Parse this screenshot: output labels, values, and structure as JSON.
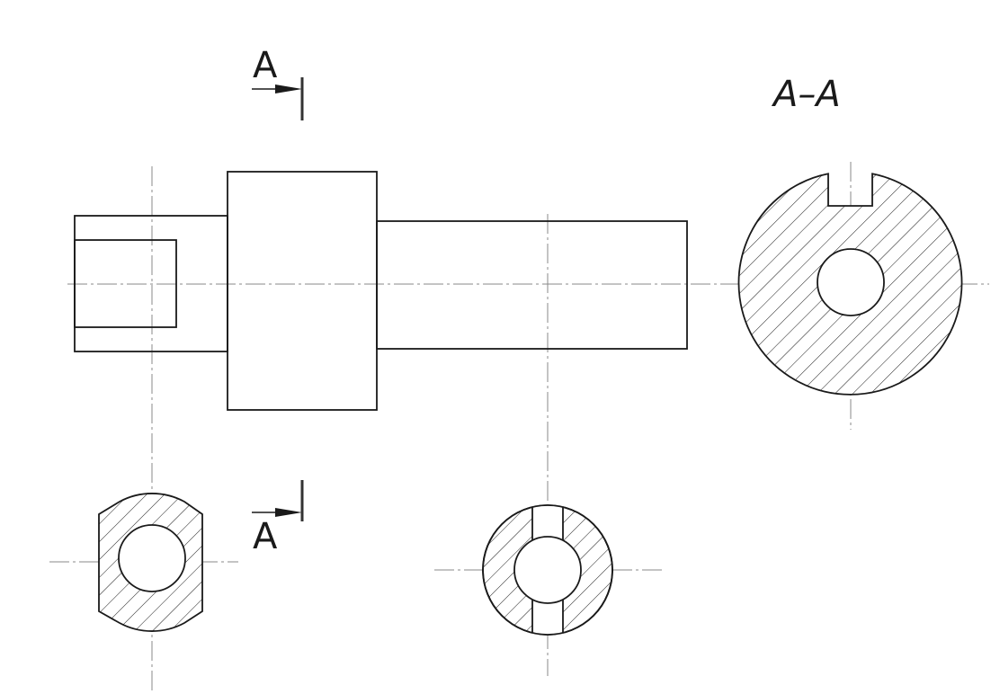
{
  "cutting_plane": {
    "top_label": "A",
    "bottom_label": "A"
  },
  "section_view": {
    "title": "A–A"
  },
  "colors": {
    "line": "#1a1a1a",
    "centerline": "#8a8a8a",
    "background": "#ffffff"
  }
}
